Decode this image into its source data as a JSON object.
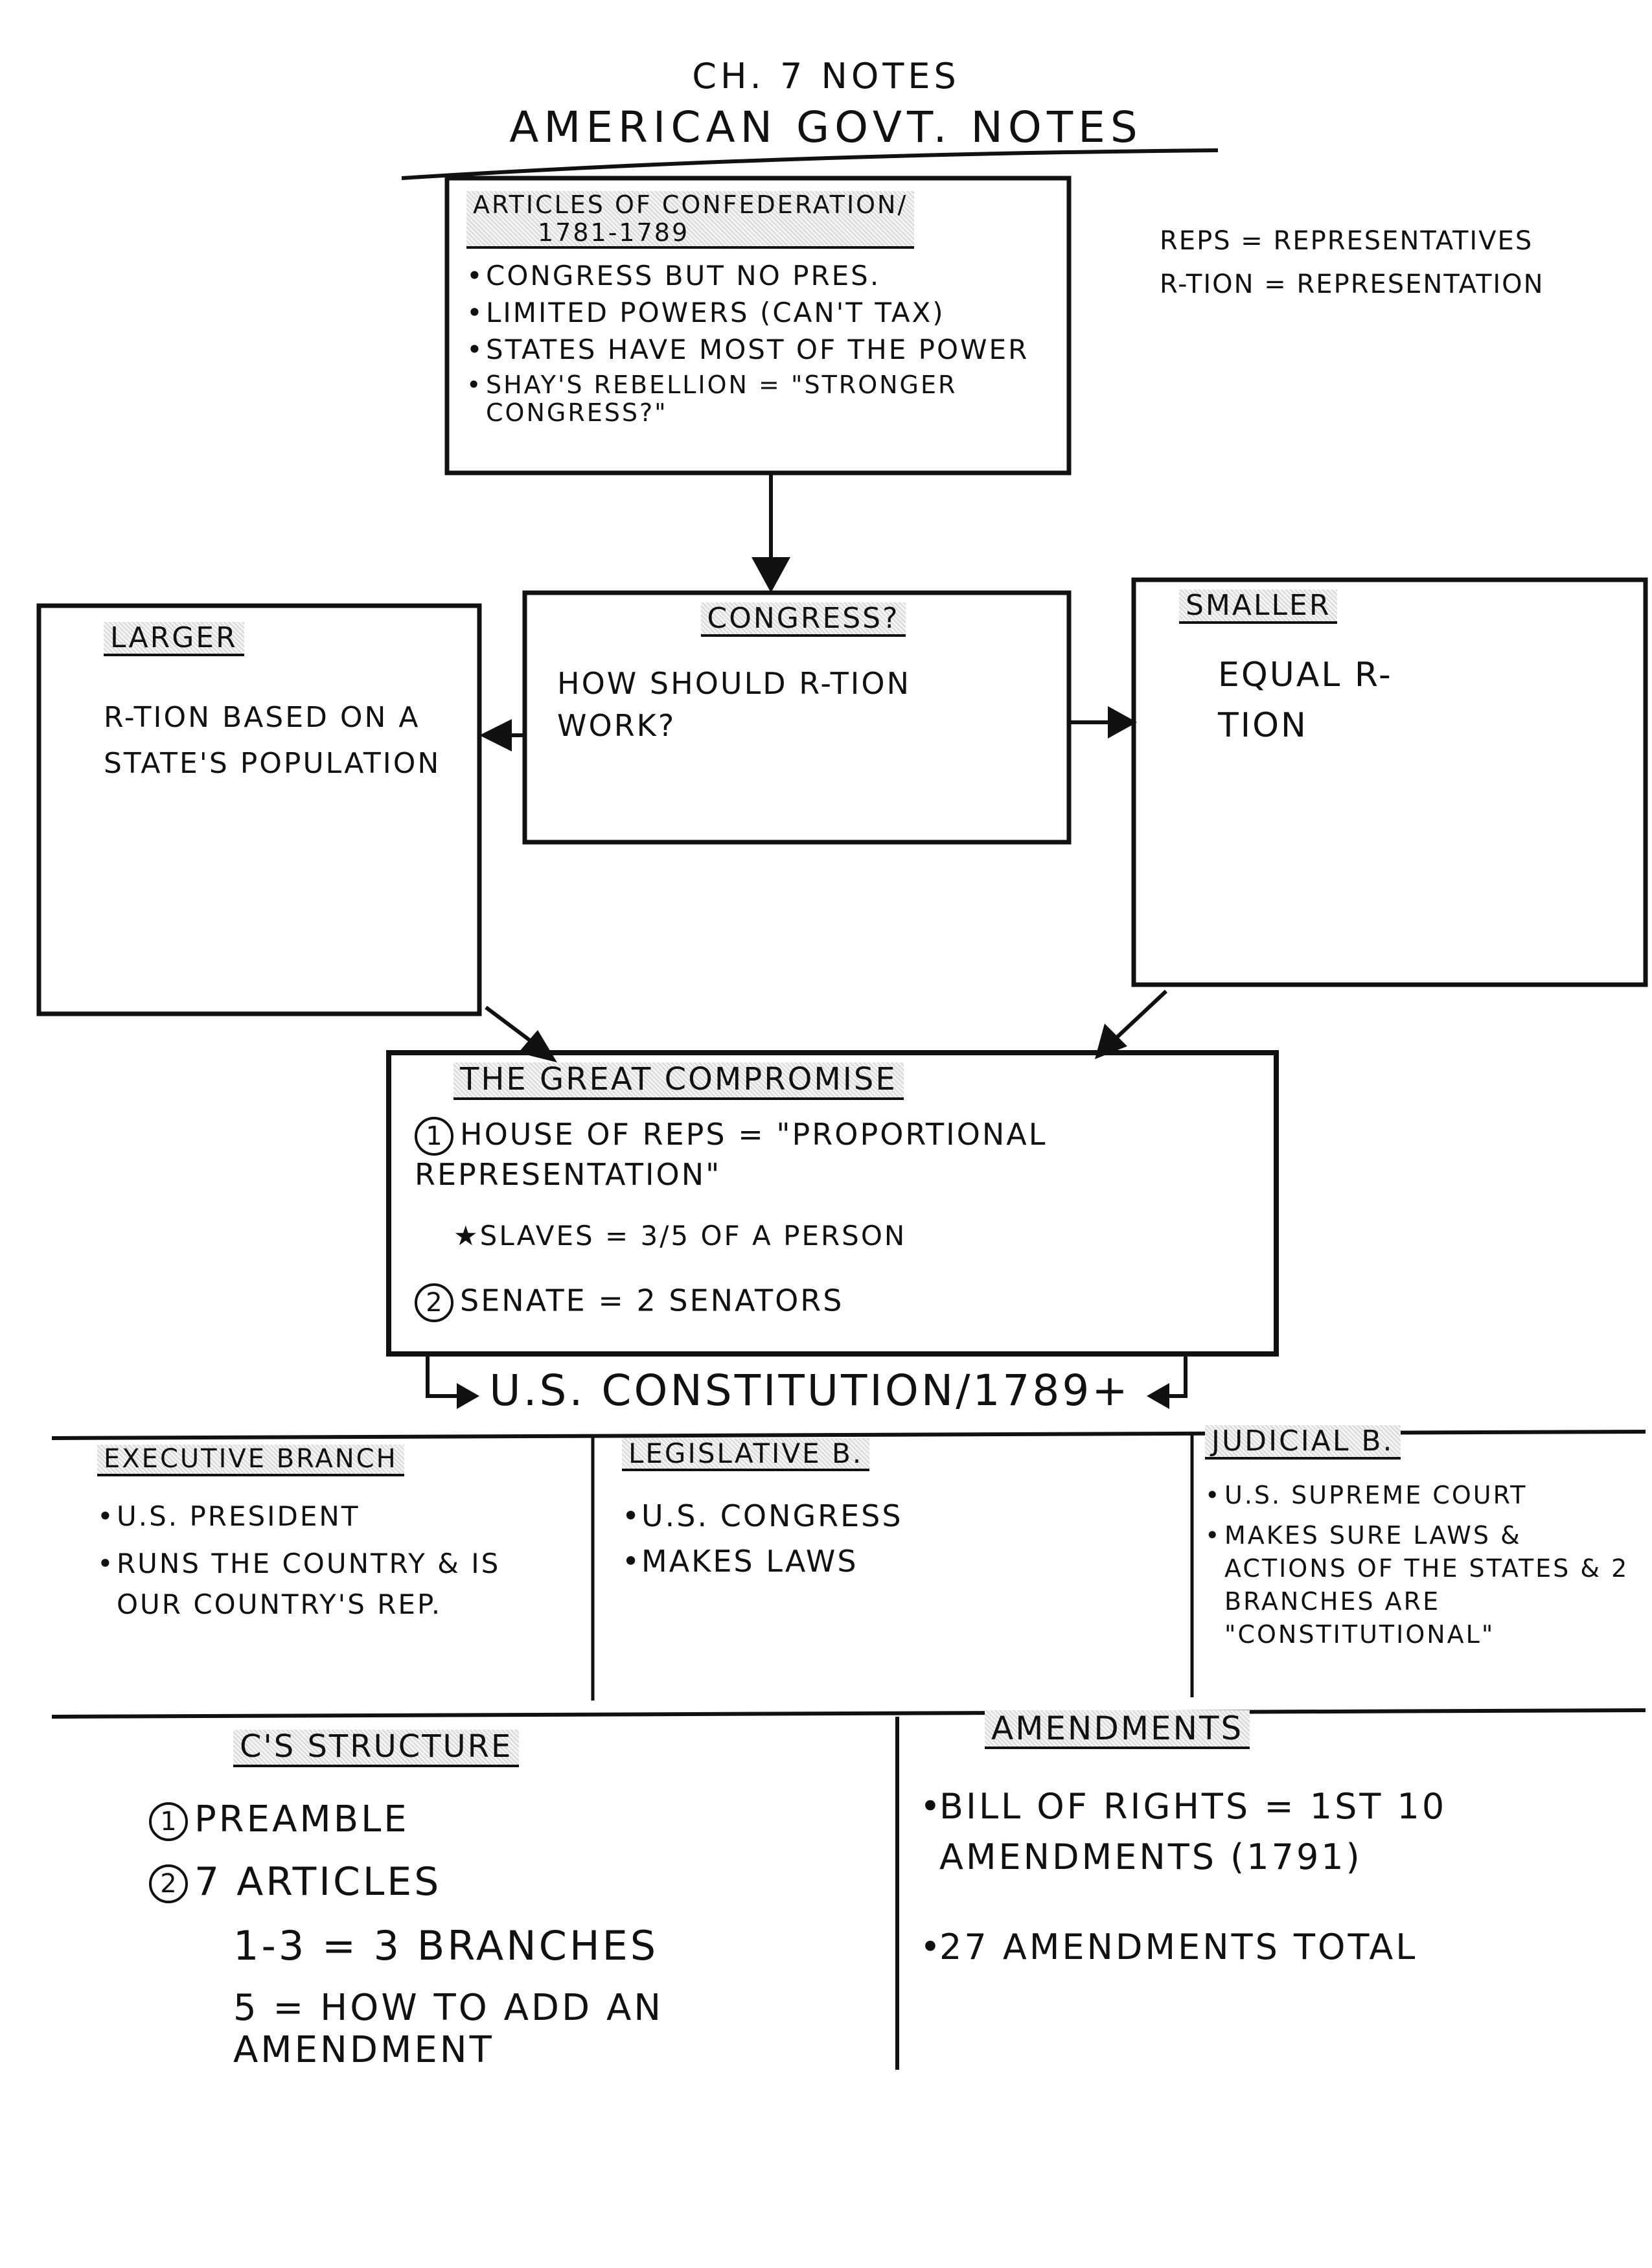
{
  "title": "CH. 7 NOTES",
  "subtitle": "AMERICAN GOVT. NOTES",
  "legend": [
    "REPS = REPRESENTATIVES",
    "R-TION = REPRESENTATION"
  ],
  "articles": {
    "heading_line1": "ARTICLES OF CONFEDERATION/",
    "heading_line2": "1781-1789",
    "items": [
      "CONGRESS BUT NO PRES.",
      "LIMITED POWERS (CAN'T TAX)",
      "STATES HAVE MOST OF THE POWER",
      "SHAY'S REBELLION = \"STRONGER CONGRESS?\""
    ]
  },
  "larger": {
    "heading": "LARGER",
    "text": "R-TION BASED ON A STATE'S POPULATION"
  },
  "congress": {
    "heading": "CONGRESS?",
    "text": "HOW SHOULD R-TION WORK?"
  },
  "smaller": {
    "heading": "SMALLER",
    "text": "EQUAL R-TION"
  },
  "compromise": {
    "heading": "THE GREAT COMPROMISE",
    "item1_num": "1",
    "item1_text": "HOUSE OF REPS = \"PROPORTIONAL REPRESENTATION\"",
    "note": "★SLAVES = 3/5 OF A PERSON",
    "item2_num": "2",
    "item2_text": "SENATE = 2 SENATORS"
  },
  "constitution": "U.S. CONSTITUTION/1789+",
  "branches": {
    "executive": {
      "heading": "EXECUTIVE BRANCH",
      "items": [
        "U.S. PRESIDENT",
        "RUNS THE COUNTRY & IS OUR COUNTRY'S REP."
      ]
    },
    "legislative": {
      "heading": "LEGISLATIVE B.",
      "items": [
        "U.S. CONGRESS",
        "MAKES LAWS"
      ]
    },
    "judicial": {
      "heading": "JUDICIAL B.",
      "items": [
        "U.S. SUPREME COURT",
        "MAKES SURE LAWS & ACTIONS OF THE STATES & 2 BRANCHES ARE \"CONSTITUTIONAL\""
      ]
    }
  },
  "structure": {
    "heading": "C'S STRUCTURE",
    "item1_num": "1",
    "item1": "PREAMBLE",
    "item2_num": "2",
    "item2": "7 ARTICLES",
    "sub1": "1-3 = 3 BRANCHES",
    "sub2": "5 = HOW TO ADD AN AMENDMENT"
  },
  "amendments": {
    "heading": "AMENDMENTS",
    "item1": "BILL OF RIGHTS = 1ST 10 AMENDMENTS (1791)",
    "item2": "27 AMENDMENTS TOTAL"
  }
}
